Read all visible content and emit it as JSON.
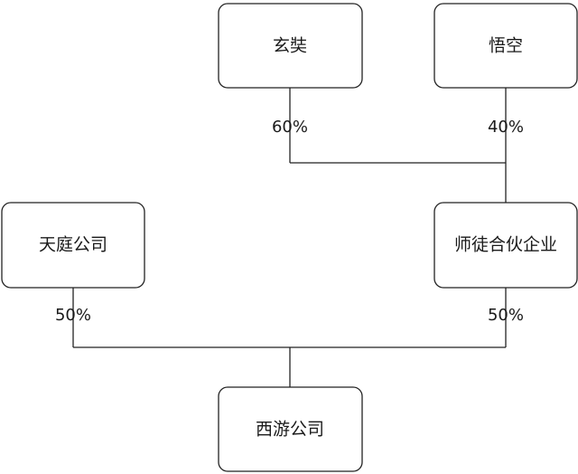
{
  "nodes": {
    "xuanzang": {
      "label": "玄奘"
    },
    "wukong": {
      "label": "悟空"
    },
    "tianting": {
      "label": "天庭公司"
    },
    "partnership": {
      "label": "师徒合伙企业"
    },
    "xiyou": {
      "label": "西游公司"
    }
  },
  "edges": {
    "xuanzang_to_partnership": {
      "share": "60%"
    },
    "wukong_to_partnership": {
      "share": "40%"
    },
    "tianting_to_xiyou": {
      "share": "50%"
    },
    "partnership_to_xiyou": {
      "share": "50%"
    }
  },
  "colors": {
    "stroke": "#222222",
    "text": "#1a1a1a",
    "background": "#ffffff"
  }
}
